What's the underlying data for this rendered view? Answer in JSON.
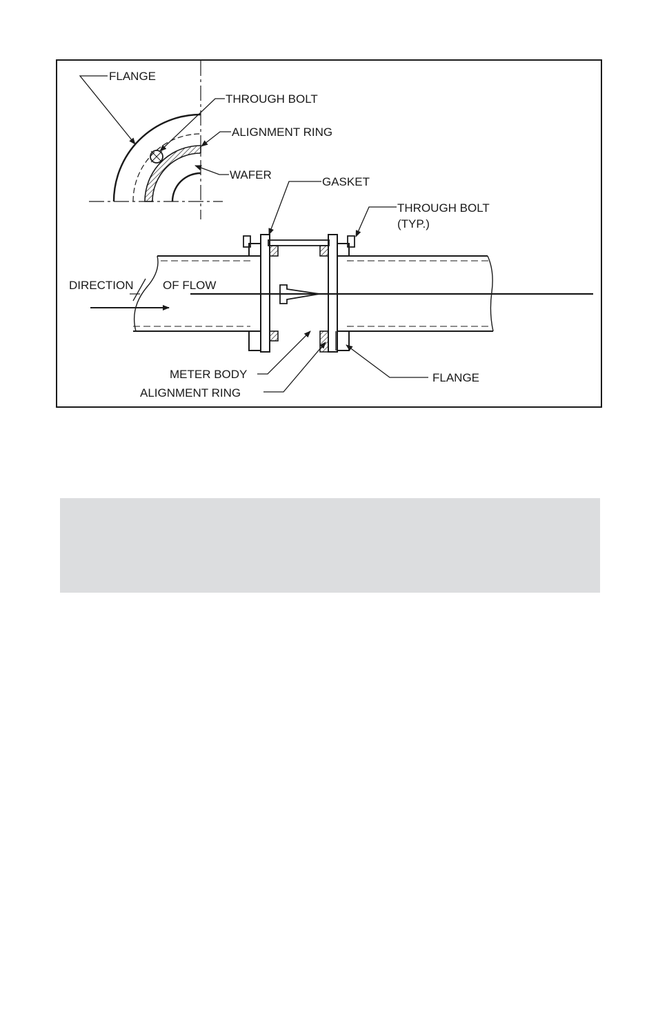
{
  "figure": {
    "labels": {
      "flange_top": "FLANGE",
      "through_bolt_top": "THROUGH BOLT",
      "alignment_ring_top": "ALIGNMENT RING",
      "wafer": "WAFER",
      "gasket": "GASKET",
      "through_bolt_typ_line1": "THROUGH BOLT",
      "through_bolt_typ_line2": "(TYP.)",
      "direction": "DIRECTION",
      "of_flow": "OF FLOW",
      "meter_body": "METER BODY",
      "alignment_ring_bottom": "ALIGNMENT RING",
      "flange_bottom": "FLANGE"
    }
  },
  "note_box": {
    "text": ""
  }
}
